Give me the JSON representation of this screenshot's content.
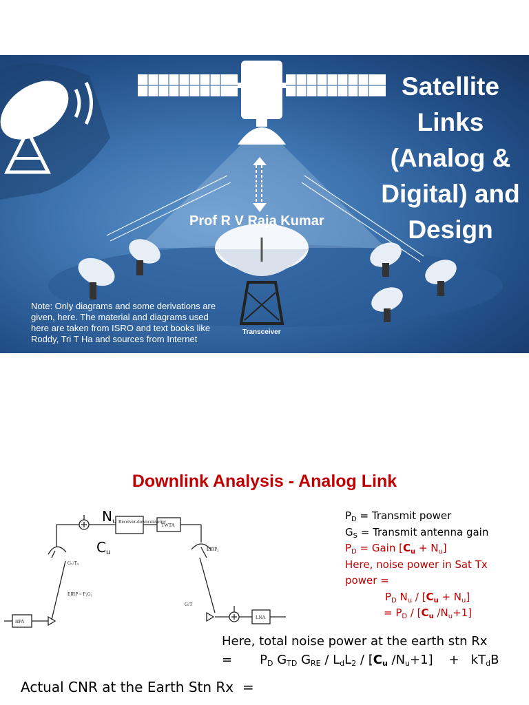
{
  "slide1": {
    "title_lines": [
      "Satellite",
      "Links",
      "(Analog &",
      "Digital) and",
      "Design"
    ],
    "author": "Prof R V Raja Kumar",
    "note": "Note: Only diagrams and some derivations are given, here. The material and diagrams used here are taken from ISRO and text books like Roddy, Tri T Ha and sources from Internet",
    "transceiver_label": "Transceiver"
  },
  "slide2": {
    "heading": "Downlink Analysis - Analog Link",
    "diagram_labels": {
      "n_u": "N",
      "n_u_sub": "u",
      "c_u": "C",
      "c_u_sub": "u",
      "receiver_box": "Receiver-downconverter",
      "twta": "TWTA",
      "hpa": "HPA",
      "lna": "LNA",
      "eirp_up": "EIRP = P₁G₁",
      "eirp_down": "EIRP₂",
      "gs_ts": "Gₛ/Tₛ",
      "g_t": "G/T"
    },
    "colors": {
      "heading": "#c00000",
      "highlight": "#c00000"
    }
  }
}
